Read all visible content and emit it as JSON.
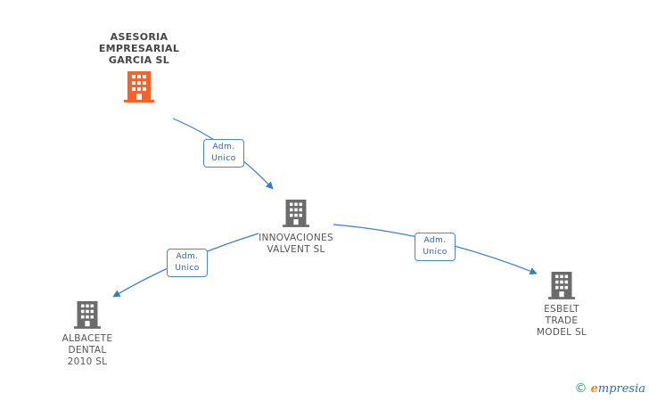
{
  "nodes": {
    "asesoria": {
      "label": "ASESORIA\nEMPRESARIAL\nGARCIA SL",
      "icon": "building-icon",
      "color": "#f4642a"
    },
    "innovaciones": {
      "label": "INNOVACIONES\nVALVENT SL",
      "icon": "building-icon",
      "color": "#6b6b6b"
    },
    "albacete": {
      "label": "ALBACETE\nDENTAL\n2010 SL",
      "icon": "building-icon",
      "color": "#6b6b6b"
    },
    "esbelt": {
      "label": "ESBELT\nTRADE\nMODEL SL",
      "icon": "building-icon",
      "color": "#6b6b6b"
    }
  },
  "edges": [
    {
      "from": "asesoria",
      "to": "innovaciones",
      "label_line1": "Adm.",
      "label_line2": "Unico"
    },
    {
      "from": "innovaciones",
      "to": "albacete",
      "label_line1": "Adm.",
      "label_line2": "Unico"
    },
    {
      "from": "innovaciones",
      "to": "esbelt",
      "label_line1": "Adm.",
      "label_line2": "Unico"
    }
  ],
  "brand": {
    "copyright": "©",
    "name_first": "e",
    "name_rest": "mpresia"
  },
  "colors": {
    "edge": "#3a7bc8",
    "badge_border": "#4a86c8",
    "badge_text": "#2b5f9e"
  }
}
